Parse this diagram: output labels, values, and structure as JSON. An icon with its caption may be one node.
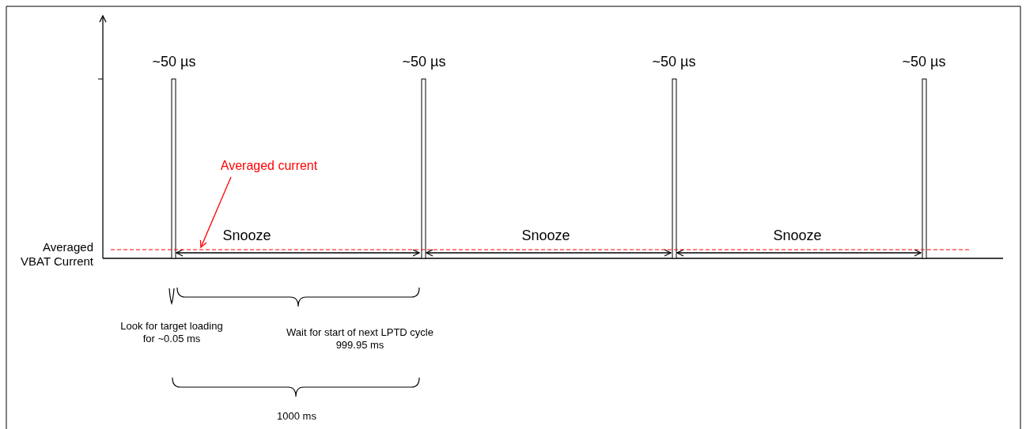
{
  "diagram": {
    "nodes": [
      {
        "text": [
          "Averaged current"
        ]
      },
      {
        "text": [],
        "shape": "line"
      }
    ],
    "edges": [
      {
        "from": 0,
        "to": 1,
        "arrow": "to",
        "color": "#ff0000"
      }
    ],
    "labels": [
      "~50 µs",
      "~50 µs",
      "~50 µs",
      "~50 µs",
      "Averaged VBAT Current",
      "Snooze",
      "Snooze",
      "Snooze",
      "Look for target loading for ~0.05 ms",
      "Wait for start of next LPTD cycle 999.95 ms",
      "1000 ms"
    ]
  }
}
